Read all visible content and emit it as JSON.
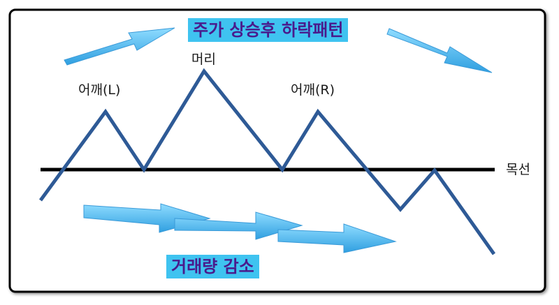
{
  "title": "주가 상승후 하락패턴",
  "volume_label": "거래량 감소",
  "labels": {
    "head": "머리",
    "left_shoulder": "어깨(L)",
    "right_shoulder": "어깨(R)",
    "neckline": "목선"
  },
  "colors": {
    "price_line": "#2e5a96",
    "neckline": "#000000",
    "arrow": "#4ab6ee",
    "banner_bg": "#3fc3f0",
    "banner_text": "#4a1a8c",
    "frame": "#000000"
  }
}
